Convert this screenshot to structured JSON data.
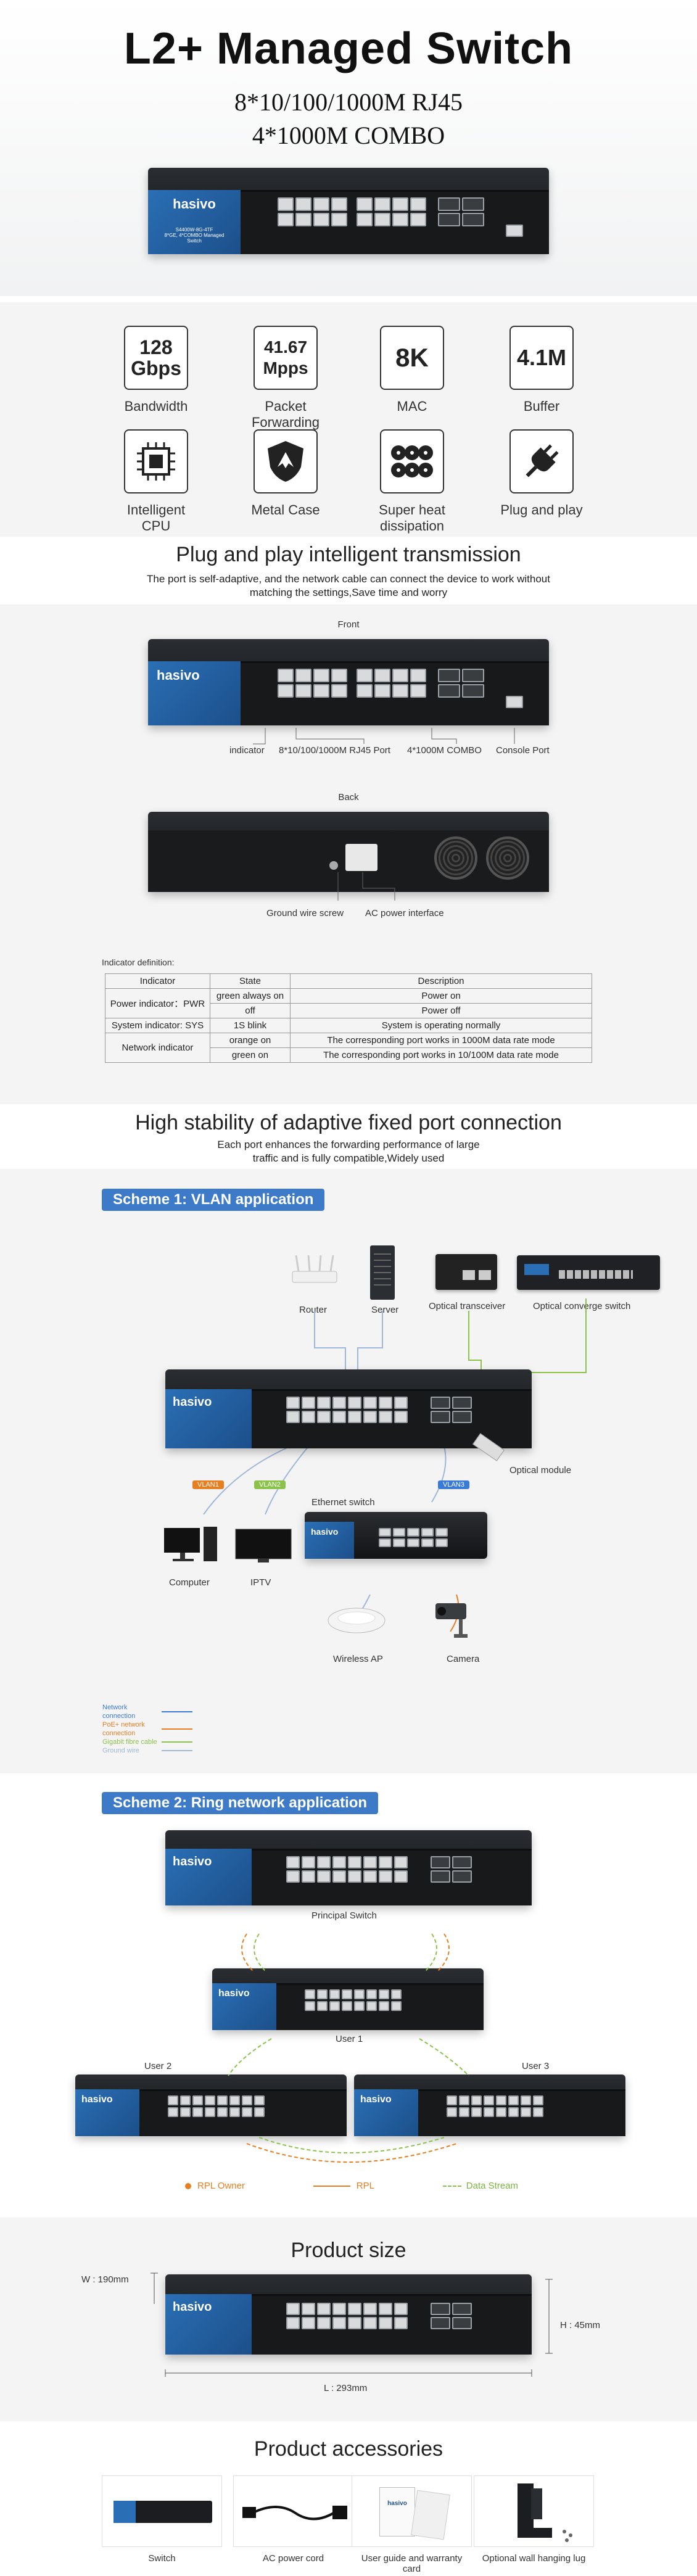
{
  "hero": {
    "title": "L2+ Managed Switch",
    "line1": "8*10/100/1000M RJ45",
    "line2": "4*1000M COMBO",
    "brand": "hasivo",
    "model": "S4400W-8G-4TF",
    "model_desc": "8*GE, 4*COMBO Managed Switch"
  },
  "features": [
    {
      "value": "128\nGbps",
      "label": "Bandwidth",
      "icon": "bandwidth-icon"
    },
    {
      "value": "41.67\nMpps",
      "label": "Packet Forwarding",
      "icon": "pps-icon"
    },
    {
      "value": "8K",
      "label": "MAC",
      "icon": "mac-icon"
    },
    {
      "value": "4.1M",
      "label": "Buffer",
      "icon": "buffer-icon"
    },
    {
      "label": "Intelligent CPU",
      "icon": "cpu-icon"
    },
    {
      "label": "Metal Case",
      "icon": "shield-icon"
    },
    {
      "label": "Super heat dissipation",
      "icon": "fan-icon"
    },
    {
      "label": "Plug and play",
      "icon": "plug-icon"
    }
  ],
  "plug": {
    "title": "Plug and play intelligent transmission",
    "desc": "The port is self-adaptive, and the network cable can connect the device to work without matching the settings,Save time and worry",
    "front": "Front",
    "back": "Back",
    "callouts": [
      "indicator",
      "8*10/100/1000M RJ45 Port",
      "4*1000M COMBO",
      "Console Port"
    ],
    "back_callouts": [
      "Ground wire screw",
      "AC power interface"
    ],
    "ind_title": "Indicator definition:",
    "table": {
      "headers": [
        "Indicator",
        "State",
        "Description"
      ],
      "rows": [
        [
          "Power indicator：PWR",
          "green always on",
          "Power on"
        ],
        [
          "",
          "off",
          "Power off"
        ],
        [
          "System indicator: SYS",
          "1S blink",
          "System is operating normally"
        ],
        [
          "Network indicator",
          "orange on",
          "The corresponding port works in 1000M data rate mode"
        ],
        [
          "",
          "green on",
          "The corresponding port works in 10/100M data rate mode"
        ]
      ]
    }
  },
  "stability": {
    "title": "High stability of adaptive fixed port connection",
    "desc": "Each port enhances the forwarding performance of large traffic and is fully compatible,Widely used"
  },
  "scheme1": {
    "label": "Scheme 1: VLAN application",
    "devices": [
      "Router",
      "Server",
      "Optical transceiver",
      "Optical converge switch",
      "Optical module",
      "Ethernet switch",
      "Computer",
      "IPTV",
      "Wireless AP",
      "Camera"
    ],
    "vlans": [
      "VLAN1",
      "VLAN2",
      "VLAN3"
    ],
    "legend": [
      "Network connection",
      "PoE+ network connection",
      "Gigabit fibre cable",
      "Ground wire"
    ],
    "legend_colors": [
      "#3a7bd5",
      "#e67e22",
      "#8bc34a",
      "#9fb8d8"
    ]
  },
  "scheme2": {
    "label": "Scheme 2: Ring network application",
    "principal": "Principal Switch",
    "user1": "User 1",
    "user2": "User 2",
    "user3": "User 3",
    "legend": [
      "RPL Owner",
      "RPL",
      "Data Stream"
    ]
  },
  "size": {
    "title": "Product size",
    "w": "W : 190mm",
    "h": "H : 45mm",
    "l": "L : 293mm"
  },
  "accessories": {
    "title": "Product accessories",
    "items": [
      "Switch",
      "AC power cord",
      "User guide and warranty card",
      "Optional wall hanging lug"
    ]
  }
}
